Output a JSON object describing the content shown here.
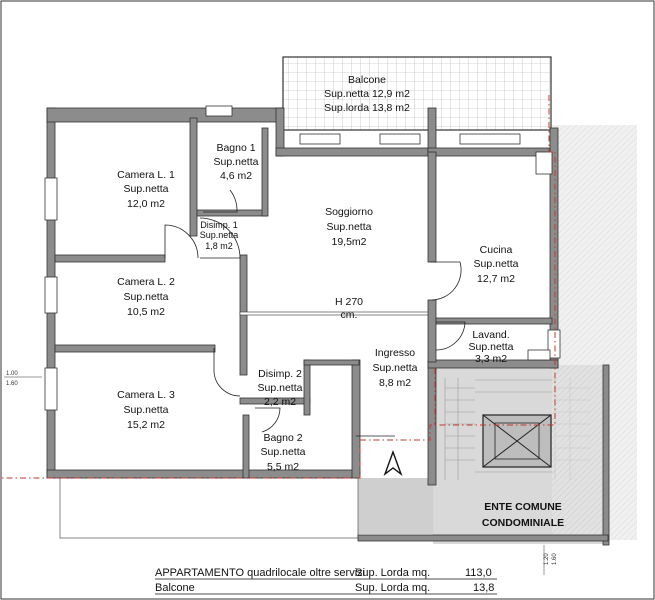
{
  "rooms": {
    "balcone": {
      "name": "Balcone",
      "netta": "Sup.netta 12,9 m2",
      "lorda": "Sup.lorda 13,8 m2"
    },
    "bagno1": {
      "name": "Bagno 1",
      "netta": "Sup.netta",
      "area": "4,6 m2"
    },
    "camera1": {
      "name": "Camera L. 1",
      "netta": "Sup.netta",
      "area": "12,0 m2"
    },
    "disimp1": {
      "name": "Disimp. 1",
      "netta": "Sup.netta",
      "area": "1,8 m2"
    },
    "soggiorno": {
      "name": "Soggiorno",
      "netta": "Sup.netta",
      "area": "19,5m2"
    },
    "cucina": {
      "name": "Cucina",
      "netta": "Sup.netta",
      "area": "12,7 m2"
    },
    "camera2": {
      "name": "Camera L. 2",
      "netta": "Sup.netta",
      "area": "10,5 m2"
    },
    "height": {
      "label": "H 270",
      "unit": "cm."
    },
    "lavand": {
      "name": "Lavand.",
      "netta": "Sup.netta",
      "area": "3,3 m2"
    },
    "ingresso": {
      "name": "Ingresso",
      "netta": "Sup.netta",
      "area": "8,8 m2"
    },
    "disimp2": {
      "name": "Disimp. 2",
      "netta": "Sup.netta",
      "area": "2,2 m2"
    },
    "camera3": {
      "name": "Camera L. 3",
      "netta": "Sup.netta",
      "area": "15,2 m2"
    },
    "bagno2": {
      "name": "Bagno 2",
      "netta": "Sup.netta",
      "area": "5,5 m2"
    },
    "ente": {
      "line1": "ENTE COMUNE",
      "line2": "CONDOMINIALE"
    }
  },
  "levels": {
    "left_top": "1.00",
    "left_bottom": "1.60",
    "right_top": "1.20",
    "right_bottom": "1.60"
  },
  "footer": {
    "line1_label": "APPARTAMENTO quadrilocale oltre servizi",
    "line1_sup": "Sup. Lorda mq.",
    "line1_value": "113,0",
    "line2_label": "Balcone",
    "line2_sup": "Sup. Lorda mq.",
    "line2_value": "13,8"
  },
  "colors": {
    "wall": "#8c8c8c",
    "common_area": "#d9d9d9",
    "red_line": "#c0392b"
  }
}
